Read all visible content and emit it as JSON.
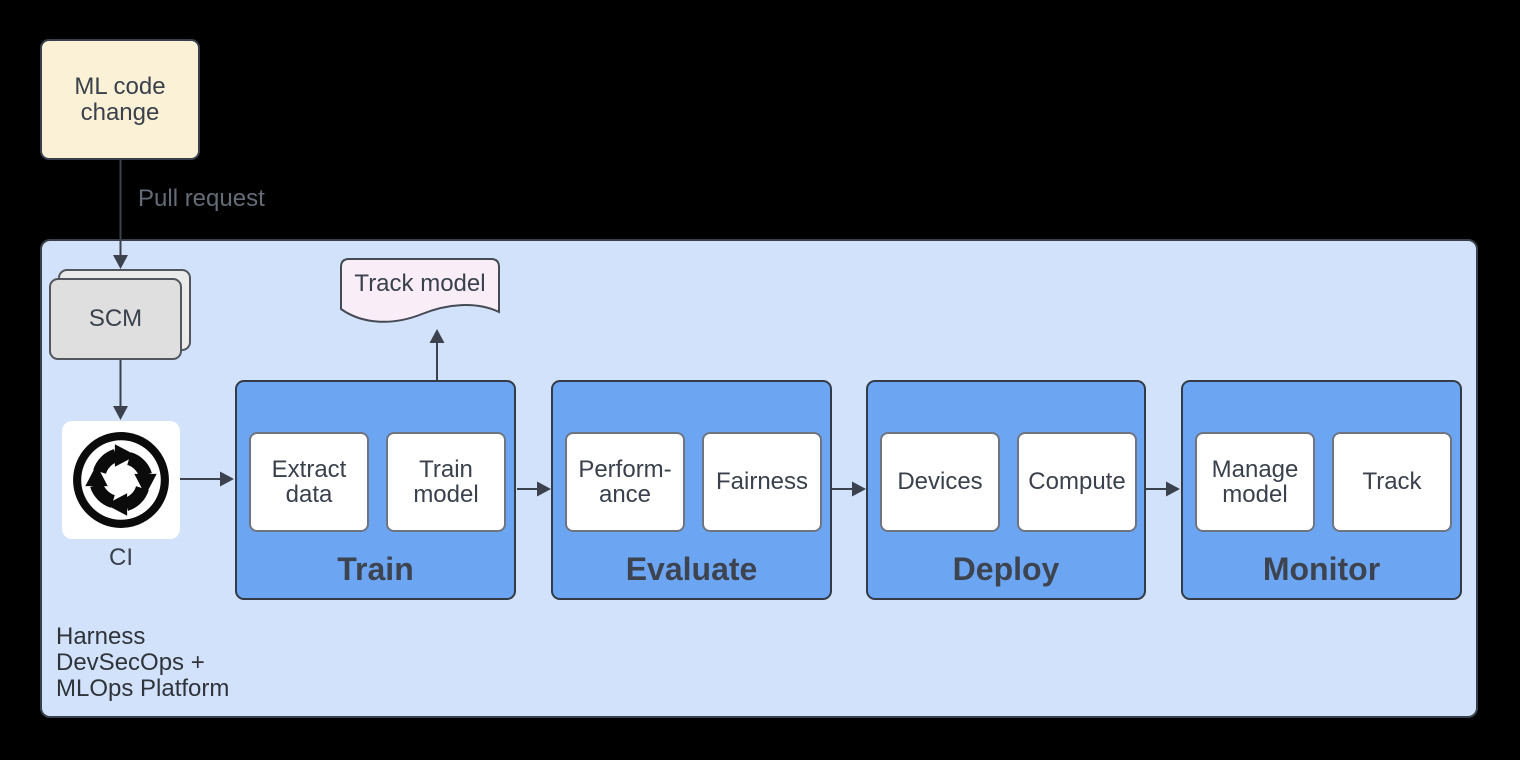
{
  "colors": {
    "canvas-bg": "#000000",
    "container-fill": "#D2E2FB",
    "container-border": "#39404C",
    "stage-fill": "#6CA6F3",
    "stage-border": "#333B46",
    "item-border": "#6E7580",
    "trigger-fill": "#FBF1D6",
    "doc-fill": "#F9EEF8",
    "scm-fill": "#DFDFDF",
    "scm-back-fill": "#EBEBEB",
    "scm-border": "#53565C",
    "arrow": "#3B424D",
    "text": "#3A414C",
    "title-text": "#3D4450",
    "muted-text": "#646C78"
  },
  "diagram": {
    "trigger": {
      "label": "ML code\nchange"
    },
    "pull_request_label": "Pull request",
    "platform": {
      "name": "Harness\nDevSecOps +\nMLOps Platform",
      "scm_label": "SCM",
      "ci_label": "CI",
      "ci_icon": "circular-arrows-cycle",
      "doc_label": "Track model",
      "stages": [
        {
          "title": "Train",
          "items": [
            "Extract\ndata",
            "Train\nmodel"
          ]
        },
        {
          "title": "Evaluate",
          "items": [
            "Perform-\nance",
            "Fairness"
          ]
        },
        {
          "title": "Deploy",
          "items": [
            "Devices",
            "Compute"
          ]
        },
        {
          "title": "Monitor",
          "items": [
            "Manage\nmodel",
            "Track"
          ]
        }
      ]
    }
  }
}
